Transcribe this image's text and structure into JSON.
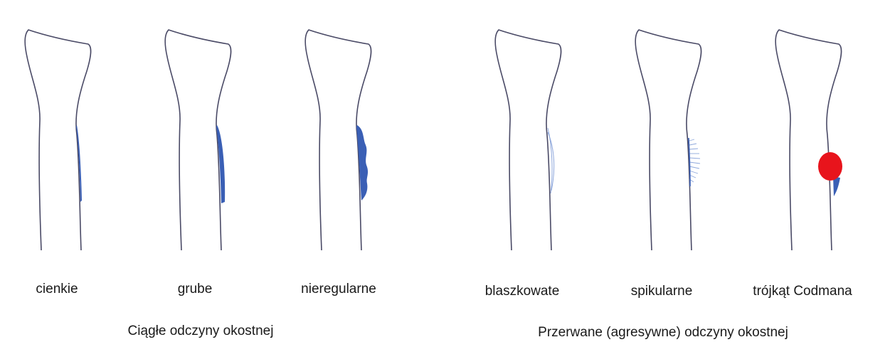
{
  "panels": [
    {
      "label": "cienkie",
      "reaction": "thin"
    },
    {
      "label": "grube",
      "reaction": "thick"
    },
    {
      "label": "nieregularne",
      "reaction": "irregular"
    },
    {
      "label": "blaszkowate",
      "reaction": "lamellated"
    },
    {
      "label": "spikularne",
      "reaction": "spiculated"
    },
    {
      "label": "trójkąt Codmana",
      "reaction": "codman"
    }
  ],
  "groups": [
    {
      "label": "Ciągłe odczyny okostnej"
    },
    {
      "label": "Przerwane (agresywne) odczyny okostnej"
    }
  ],
  "colors": {
    "bone_outline": "#4a4a66",
    "reaction_blue": "#3a5fb5",
    "light_blue": "#8fa8dc",
    "tumor_red": "#e8141c"
  }
}
